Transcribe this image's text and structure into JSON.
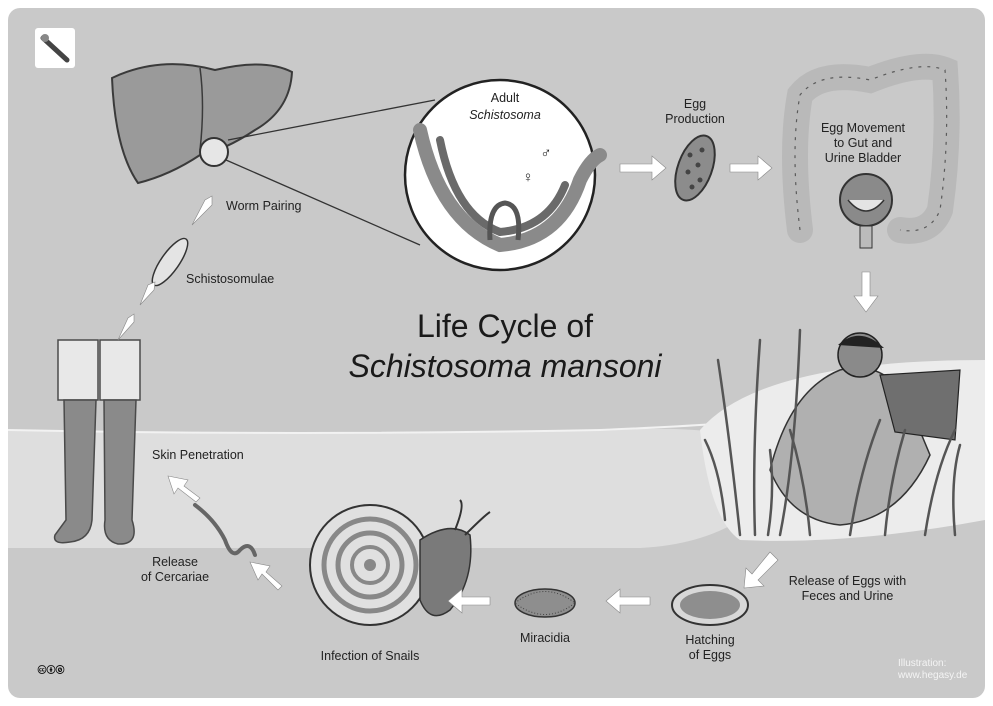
{
  "title": {
    "line1": "Life Cycle of",
    "line2": "Schistosoma mansoni"
  },
  "labels": {
    "adult_line1": "Adult",
    "adult_line2": "Schistosoma",
    "egg_production_1": "Egg",
    "egg_production_2": "Production",
    "egg_movement_1": "Egg Movement",
    "egg_movement_2": "to Gut and",
    "egg_movement_3": "Urine Bladder",
    "worm_pairing": "Worm Pairing",
    "schistosomulae": "Schistosomulae",
    "skin_penetration": "Skin Penetration",
    "release_cercariae_1": "Release",
    "release_cercariae_2": "of Cercariae",
    "infection_snails": "Infection of Snails",
    "miracidia": "Miracidia",
    "hatching_1": "Hatching",
    "hatching_2": "of Eggs",
    "release_eggs_1": "Release of Eggs with",
    "release_eggs_2": "Feces and Urine",
    "male_symbol": "♂",
    "female_symbol": "♀"
  },
  "credit": {
    "line1": "Illustration:",
    "line2": "www.hegasy.de"
  },
  "license_icons": "🅭🅯🄍",
  "colors": {
    "background": "#c9c9c9",
    "water": "#dedede",
    "organ": "#9a9a9a",
    "arrow": "#ffffff"
  }
}
